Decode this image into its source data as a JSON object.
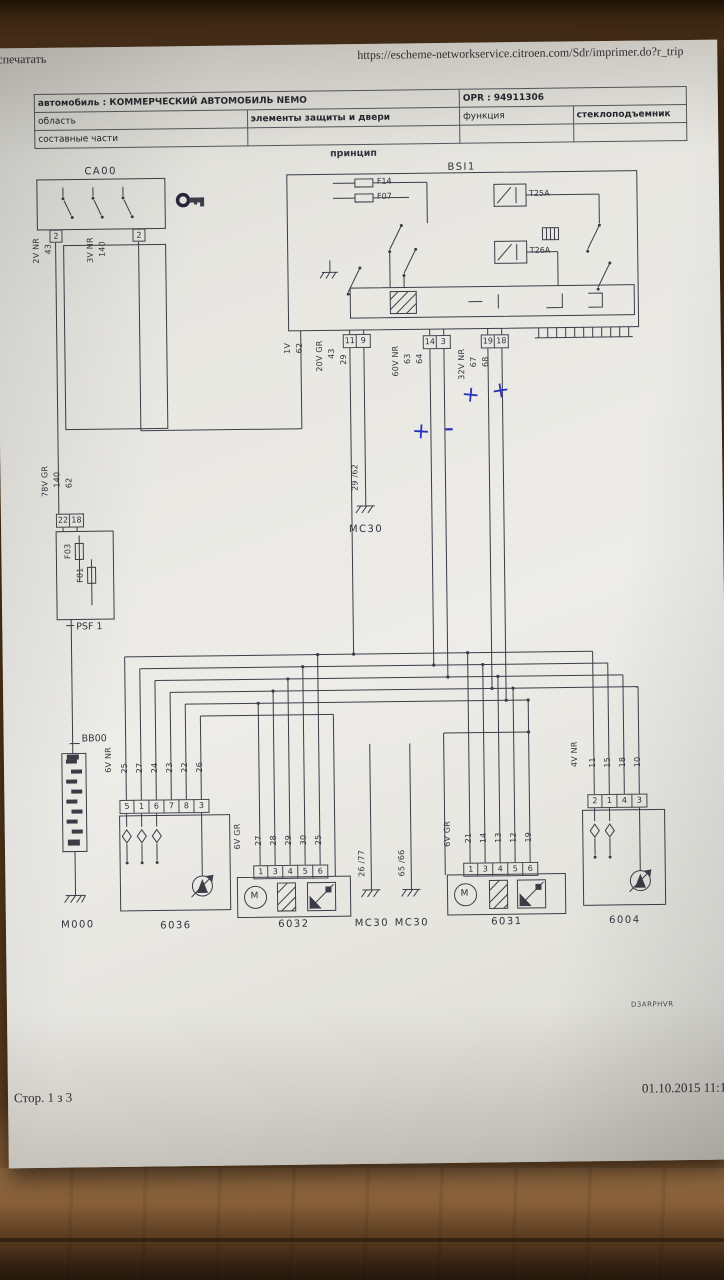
{
  "page": {
    "print_link": "спечатать",
    "url": "https://escheme-networkservice.citroen.com/Sdr/imprimer.do?r_trip",
    "footer_page": "Стор. 1 з 3",
    "footer_date": "01.10.2015 11:1",
    "doc_code": "D3ARPHVR"
  },
  "header": {
    "vehicle": "автомобиль : КОММЕРЧЕСКИЙ АВТОМОБИЛЬ NEMO",
    "opr": "OPR : 94911306",
    "region_label": "область",
    "region_value": "элементы защиты и двери",
    "function_label": "функция",
    "function_value": "стеклоподъемник",
    "parts_label": "составные части",
    "principle": "принцип"
  },
  "labels": {
    "ca00": "CA00",
    "bsi1": "BSI1",
    "psf1": "PSF 1",
    "bb00": "BB00",
    "m000": "M000",
    "mc30": "MC30",
    "c6036": "6036",
    "c6032": "6032",
    "c6031": "6031",
    "c6004": "6004",
    "f14": "F14",
    "f07": "F07",
    "f03": "F03",
    "f01": "F01",
    "t25a": "T25A",
    "t26a": "T26A",
    "motor": "M"
  },
  "wires": {
    "v2": "2V NR",
    "v2n": "43",
    "v3": "3V NR",
    "v3n": "140",
    "v1": "1V",
    "v1n": "62",
    "v20": "20V GR",
    "v20a": "43",
    "v20b": "29",
    "v60": "60V NR",
    "v60a": "63",
    "v60b": "64",
    "v32": "32V NR",
    "v32a": "67",
    "v32b": "68",
    "v78": "78V GR",
    "v78a": "140",
    "v78b": "62",
    "mc30_a": "29 /62",
    "mc30_b": "26 /77",
    "mc30_c": "65 /66",
    "v6036": "6V NR",
    "v6032": "6V GR",
    "v6031": "6V GR",
    "v6004": "4V NR"
  },
  "pins": {
    "ca00_l": "2",
    "ca00_r": "2",
    "bsi_a": [
      "11",
      "9"
    ],
    "bsi_b": [
      "14",
      "3"
    ],
    "bsi_c": [
      "19",
      "18"
    ],
    "psf": [
      "22",
      "18"
    ],
    "n6036": [
      "25",
      "27",
      "24",
      "23",
      "22",
      "26"
    ],
    "p6036": [
      "5",
      "1",
      "6",
      "7",
      "8",
      "3"
    ],
    "n6032": [
      "27",
      "28",
      "29",
      "30",
      "25"
    ],
    "p6032": [
      "1",
      "3",
      "4",
      "5",
      "6"
    ],
    "n6031": [
      "21",
      "14",
      "13",
      "12",
      "19"
    ],
    "p6031": [
      "1",
      "3",
      "4",
      "5",
      "6"
    ],
    "n6004": [
      "11",
      "15",
      "18",
      "10"
    ],
    "p6004": [
      "2",
      "1",
      "4",
      "3"
    ]
  },
  "annotations": {
    "m1": "+",
    "m2": "+",
    "m3": "+",
    "m4": "-"
  },
  "colors": {
    "ink": "#3c3c48",
    "pen": "#2733b8",
    "paper": "#e8e7e2",
    "wood": "#5a3b20"
  }
}
